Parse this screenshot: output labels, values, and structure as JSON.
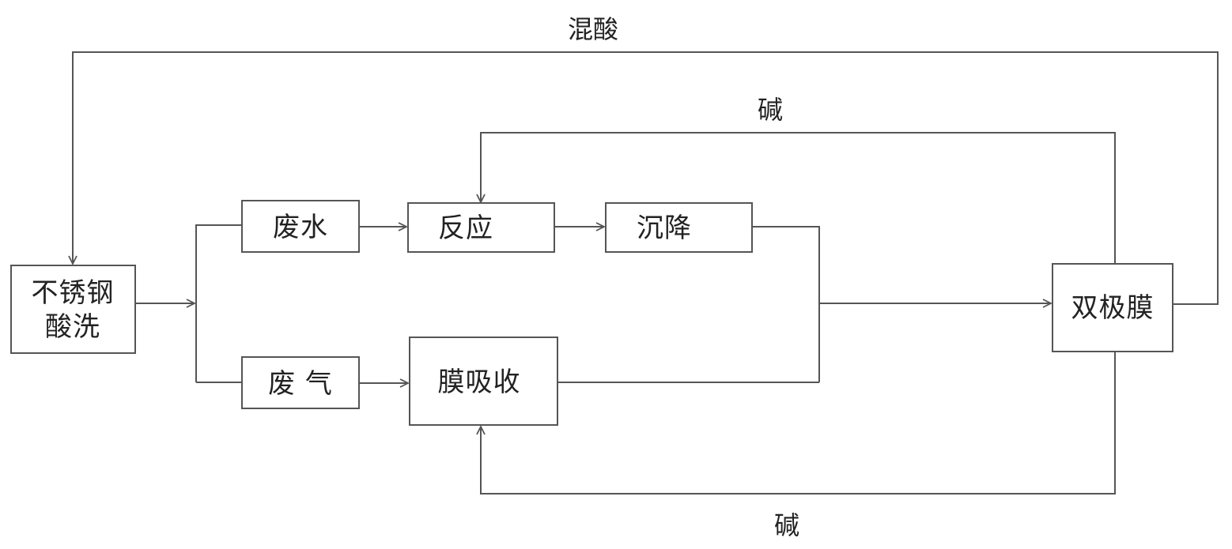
{
  "diagram": {
    "nodes": {
      "stainless_steel_pickling": {
        "line1": "不锈钢",
        "line2": "酸洗"
      },
      "wastewater": {
        "label": "废水"
      },
      "waste_gas": {
        "label": "废 气"
      },
      "reaction": {
        "label": "反应"
      },
      "sedimentation": {
        "label": "沉降"
      },
      "membrane_absorption": {
        "label": "膜吸收"
      },
      "bipolar_membrane": {
        "label": "双极膜"
      }
    },
    "edges": {
      "mixed_acid": "混酸",
      "alkali_top": "碱",
      "alkali_bottom": "碱"
    },
    "colors": {
      "line": "#555555",
      "text": "#222222",
      "background": "#ffffff"
    }
  }
}
